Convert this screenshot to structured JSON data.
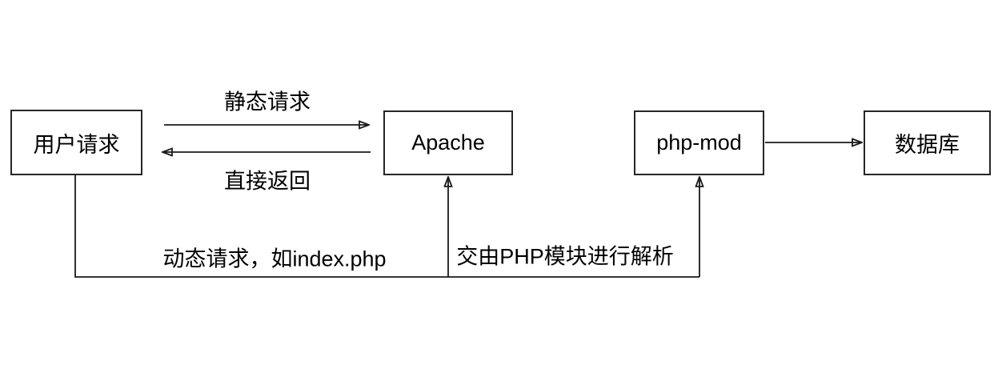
{
  "diagram": {
    "background_color": "#ffffff",
    "stroke_color": "#1a1a1a",
    "text_color": "#000000",
    "nodes": [
      {
        "id": "user-request",
        "label": "用户请求"
      },
      {
        "id": "apache",
        "label": "Apache"
      },
      {
        "id": "php-mod",
        "label": "php-mod"
      },
      {
        "id": "database",
        "label": "数据库"
      }
    ],
    "edges": [
      {
        "from": "user-request",
        "to": "apache",
        "label": "静态请求"
      },
      {
        "from": "apache",
        "to": "user-request",
        "label": "直接返回"
      },
      {
        "from": "user-request",
        "to": "apache",
        "label": "动态请求，如index.php"
      },
      {
        "from": "apache",
        "to": "php-mod",
        "label": "交由PHP模块进行解析"
      },
      {
        "from": "php-mod",
        "to": "database",
        "label": ""
      }
    ]
  }
}
